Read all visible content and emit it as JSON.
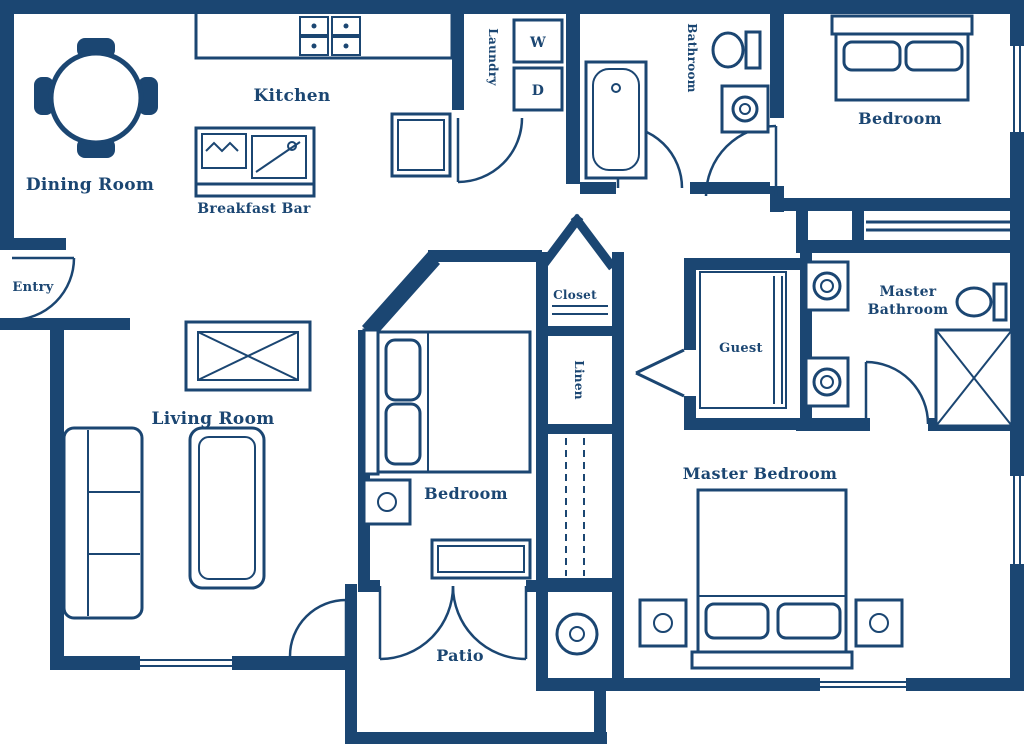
{
  "colors": {
    "wall_ink": "#1b4672",
    "background": "#ffffff"
  },
  "rooms": {
    "dining": "Dining Room",
    "kitchen": "Kitchen",
    "breakfast_bar": "Breakfast Bar",
    "laundry": "Laundry",
    "bathroom": "Bathroom",
    "bedroom_upper": "Bedroom",
    "entry": "Entry",
    "living": "Living Room",
    "bedroom_middle": "Bedroom",
    "closet": "Closet",
    "linen": "Linen",
    "guest": "Guest",
    "master_bath_line1": "Master",
    "master_bath_line2": "Bathroom",
    "master_bedroom": "Master Bedroom",
    "patio": "Patio"
  },
  "appliances": {
    "washer": "W",
    "dryer": "D"
  }
}
